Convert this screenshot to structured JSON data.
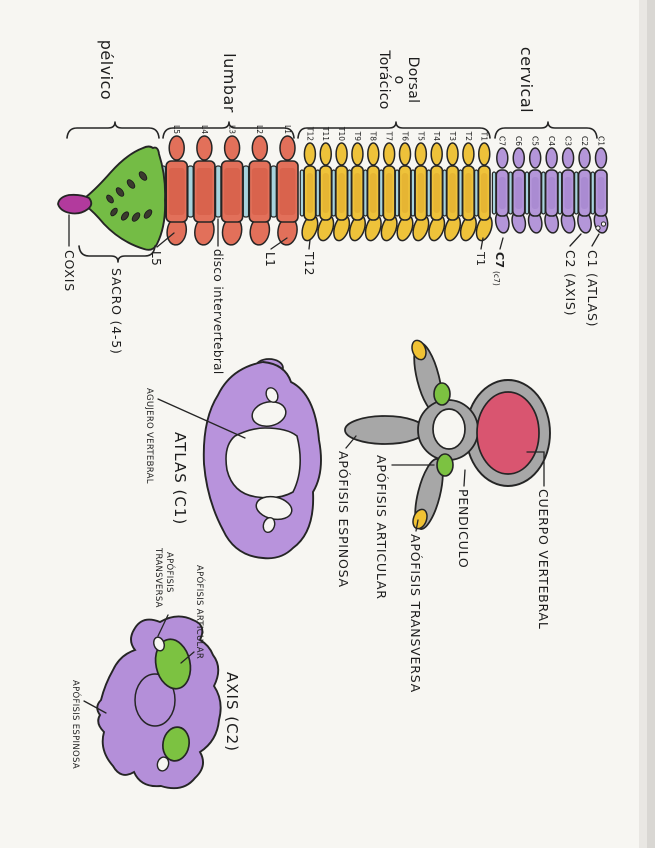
{
  "colors": {
    "paper": "#f7f6f2",
    "edge_dark": "#d9d7d3",
    "edge_mid": "#e9e7e3",
    "ink": "#1d1d1d",
    "outline": "#252525",
    "cervical": "#b496d9",
    "cervical_shade": "#9c7bc8",
    "thoracic": "#eec23a",
    "thoracic_shade": "#d9a32b",
    "lumbar": "#e2705a",
    "lumbar_shade": "#cc4f3a",
    "disc": "#a8d3dd",
    "sacrum": "#74bc45",
    "sacrum_hole": "#3b3b2e",
    "coccyx": "#b23a9d",
    "gray_bone": "#a7a7a7",
    "body_pink": "#d95570",
    "process_green": "#7cc241",
    "process_yellow": "#f0c234",
    "atlas_purple": "#b893dc",
    "axis_purple": "#b48fd9",
    "hole_white": "#f7f6f2"
  },
  "spine": {
    "section_labels": {
      "cervical": "cervical",
      "thoracic": [
        "Dorsal",
        "o",
        "Torácico"
      ],
      "lumbar": "lumbar",
      "pelvic": "pélvico"
    },
    "cervical_vertebrae": [
      "C1",
      "C2",
      "C3",
      "C4",
      "C5",
      "C6",
      "C7"
    ],
    "thoracic_vertebrae": [
      "T1",
      "T2",
      "T3",
      "T4",
      "T5",
      "T6",
      "T7",
      "T8",
      "T9",
      "T10",
      "T11",
      "T12"
    ],
    "lumbar_vertebrae": [
      "L1",
      "L2",
      "L3",
      "L4",
      "L5"
    ],
    "pointers": {
      "c1_atlas": "C1 (ATLAS)",
      "c2_axis": "C2 (AXIS)",
      "c7": "C7",
      "c7_sub": "(c7)",
      "t1": "T1",
      "t12": "T12",
      "l1": "L1",
      "disco": "disco intervertebral",
      "l5": "L5",
      "sacro": "SACRO (4-5)",
      "coxis": "COXIS"
    }
  },
  "vertebra_section": {
    "cuerpo": "CUERPO VERTEBRAL",
    "pediculo": "PENDICULO",
    "apofisis_articular": "APÓFISIS ARTICULAR",
    "apofisis_espinosa": "APÓFISIS ESPINOSA",
    "apofisis_transversa": "APÓFISIS TRANSVERSA"
  },
  "atlas": {
    "title": "ATLAS (C1)",
    "agujero_vertebral": "AGUJERO VERTEBRAL"
  },
  "axis": {
    "title": "AXIS (C2)",
    "apofisis": "APÓFISIS",
    "transversa": "TRANSVERSA",
    "apofisis_articular": "APÓFISIS ARTICULAR",
    "apofisis_espinosa": "APÓFISIS ESPINOSA"
  }
}
